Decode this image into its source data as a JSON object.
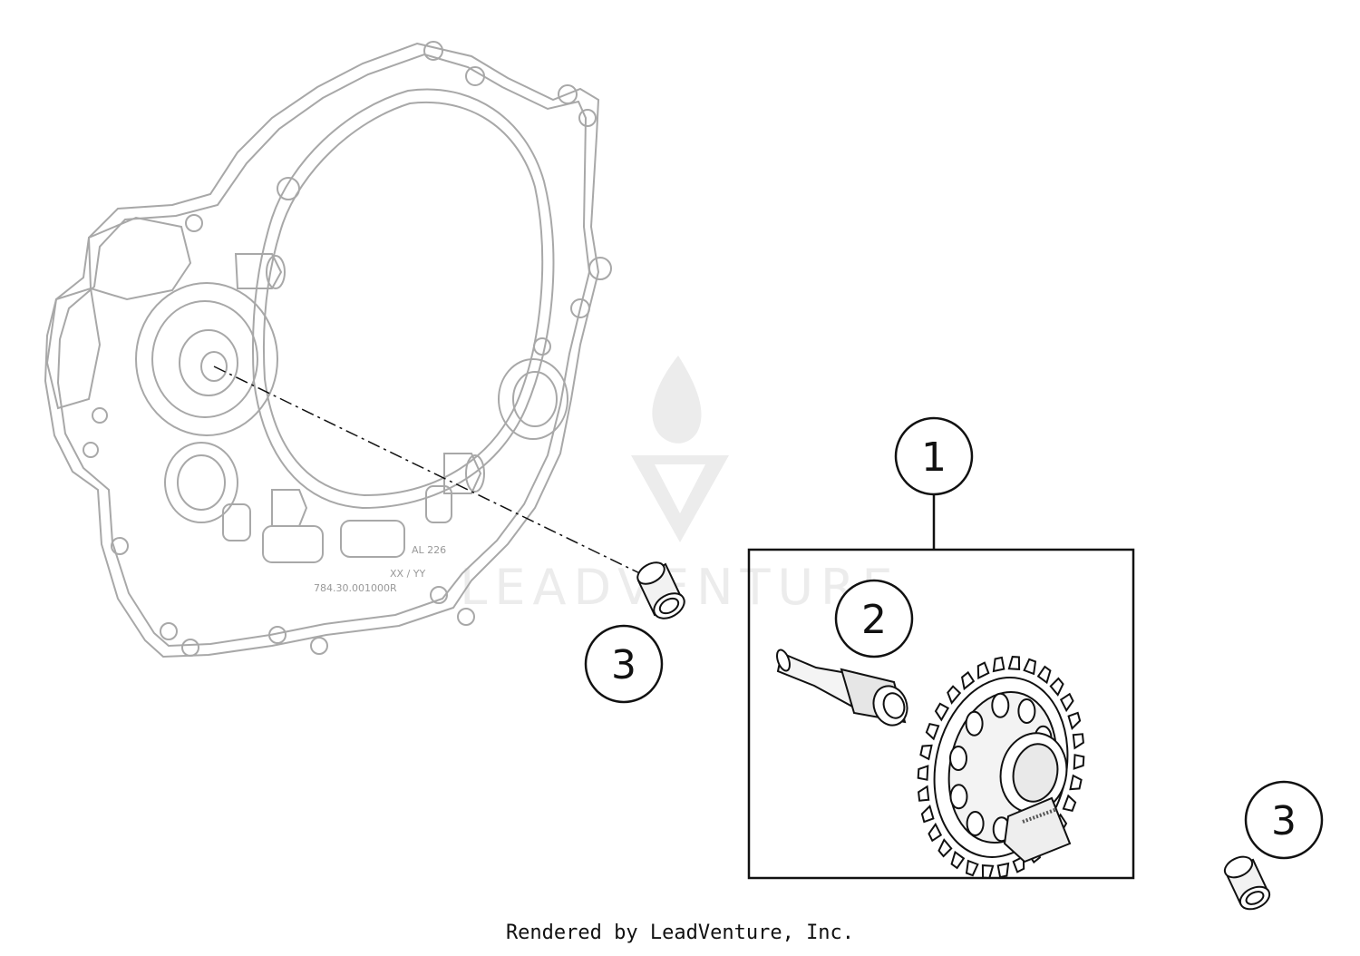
{
  "callouts": {
    "part_1": "1",
    "part_2": "2",
    "part_3_left": "3",
    "part_3_right": "3"
  },
  "cover_markings": {
    "material": "AL 226",
    "part_number": "784.30.001000R",
    "date_code": "XX / YY"
  },
  "watermark": {
    "brand": "LEADVENTURE"
  },
  "footer": {
    "credit": "Rendered by LeadVenture, Inc."
  },
  "colors": {
    "line": "#111111",
    "cover_line": "#a8a8a8",
    "watermark": "#e9e9e9"
  }
}
